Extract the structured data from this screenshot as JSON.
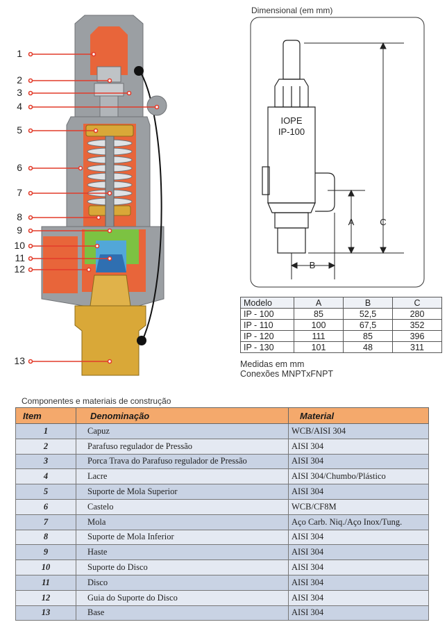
{
  "callouts": [
    "1",
    "2",
    "3",
    "4",
    "5",
    "6",
    "7",
    "8",
    "9",
    "10",
    "11",
    "12",
    "13"
  ],
  "drawing": {
    "body_colors": {
      "casing": "#9b9fa3",
      "interior": "#e8653a",
      "brass": "#d9a838",
      "green": "#7cc242",
      "blue": "#52a7d8",
      "spring": "#c8ccd0"
    }
  },
  "dimensional": {
    "title": "Dimensional (em mm)",
    "brand": "IOPE",
    "model": "IP-100",
    "labels": {
      "a": "A",
      "b": "B",
      "c": "C"
    }
  },
  "model_table": {
    "headers": [
      "Modelo",
      "A",
      "B",
      "C"
    ],
    "rows": [
      [
        "IP - 100",
        "85",
        "52,5",
        "280"
      ],
      [
        "IP - 110",
        "100",
        "67,5",
        "352"
      ],
      [
        "IP - 120",
        "111",
        "85",
        "396"
      ],
      [
        "IP - 130",
        "101",
        "48",
        "311"
      ]
    ],
    "note1": "Medidas em mm",
    "note2": "Conexões MNPTxFNPT"
  },
  "components": {
    "caption": "Componentes e materiais de construção",
    "headers": {
      "item": "Item",
      "name": "Denominação",
      "material": "Material"
    },
    "rows": [
      {
        "item": "1",
        "name": "Capuz",
        "material": "WCB/AISI 304"
      },
      {
        "item": "2",
        "name": "Parafuso regulador de Pressão",
        "material": "AISI 304"
      },
      {
        "item": "3",
        "name": "Porca Trava do Parafuso regulador de Pressão",
        "material": "AISI 304"
      },
      {
        "item": "4",
        "name": "Lacre",
        "material": "AISI 304/Chumbo/Plástico"
      },
      {
        "item": "5",
        "name": "Suporte de Mola Superior",
        "material": "AISI 304"
      },
      {
        "item": "6",
        "name": "Castelo",
        "material": "WCB/CF8M"
      },
      {
        "item": "7",
        "name": "Mola",
        "material": "Aço Carb. Niq./Aço Inox/Tung."
      },
      {
        "item": "8",
        "name": "Suporte de Mola Inferior",
        "material": "AISI 304"
      },
      {
        "item": "9",
        "name": "Haste",
        "material": "AISI 304"
      },
      {
        "item": "10",
        "name": "Suporte do Disco",
        "material": "AISI 304"
      },
      {
        "item": "11",
        "name": "Disco",
        "material": "AISI 304"
      },
      {
        "item": "12",
        "name": "Guia do Suporte do Disco",
        "material": "AISI 304"
      },
      {
        "item": "13",
        "name": "Base",
        "material": "AISI 304"
      }
    ]
  }
}
